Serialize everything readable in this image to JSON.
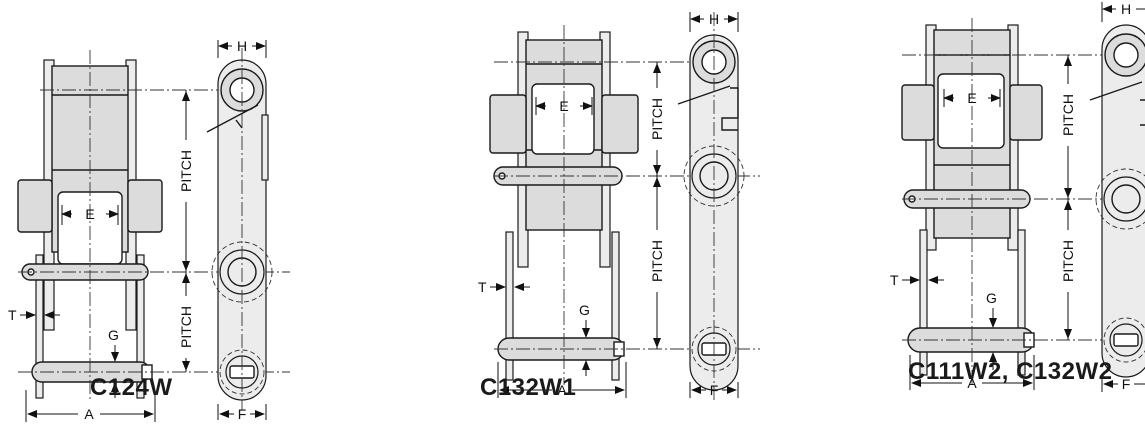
{
  "diagrams": [
    {
      "caption": "C124W",
      "dims": {
        "H": "H",
        "E": "E",
        "pitch1": "PITCH",
        "pitch2": "PITCH",
        "T": "T",
        "G": "G",
        "A": "A",
        "F": "F"
      }
    },
    {
      "caption": "C132W1",
      "dims": {
        "H": "H",
        "E": "E",
        "pitch1": "PITCH",
        "pitch2": "PITCH",
        "T": "T",
        "G": "G",
        "A": "A",
        "F": "F"
      }
    },
    {
      "caption": "C111W2, C132W2",
      "dims": {
        "H": "H",
        "E": "E",
        "pitch1": "PITCH",
        "pitch2": "PITCH",
        "T": "T",
        "G": "G",
        "A": "A",
        "F": "F"
      }
    }
  ],
  "colors": {
    "line": "#1a1a1a",
    "fill": "#dcdcdc",
    "fill_light": "#ececec",
    "ink": "#111111"
  }
}
